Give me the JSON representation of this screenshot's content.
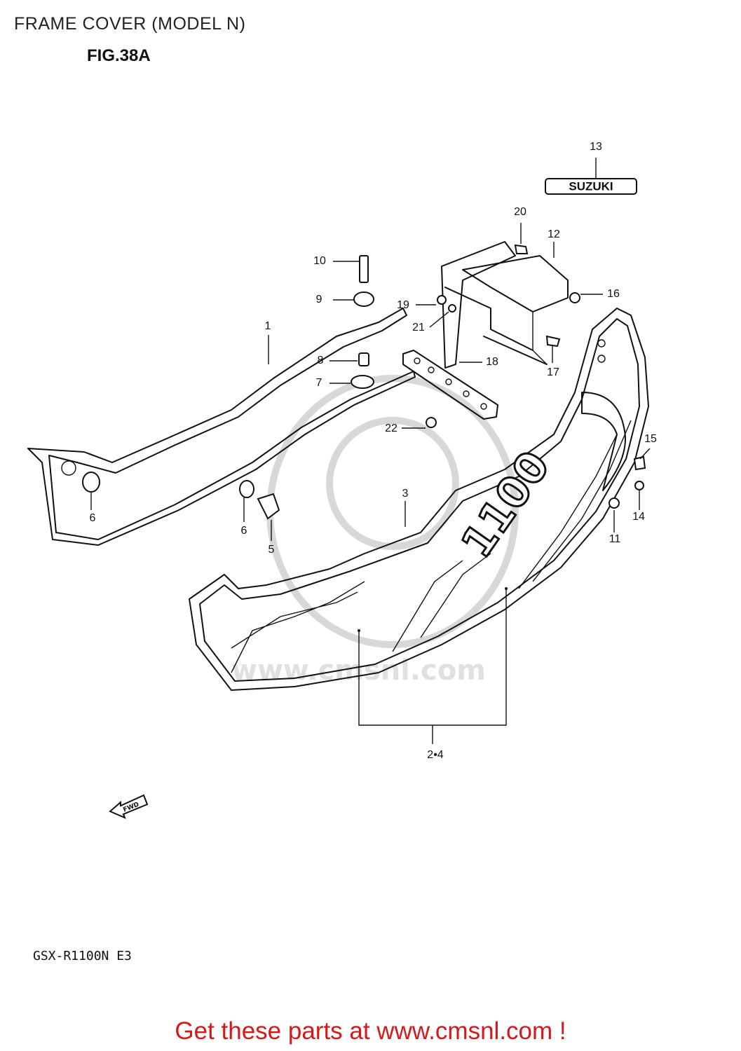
{
  "header": {
    "title": "FRAME COVER (MODEL N)",
    "figure": "FIG.38A"
  },
  "footer": {
    "model": "GSX-R1100N E3",
    "cta": "Get these parts at www.cmsnl.com !"
  },
  "watermark": "www.cmsnl.com",
  "emblem": "SUZUKI",
  "fwd_label": "FWD",
  "decal_number": "1100",
  "callouts": [
    "1",
    "2•4",
    "3",
    "5",
    "6",
    "6",
    "7",
    "8",
    "9",
    "10",
    "11",
    "12",
    "13",
    "14",
    "15",
    "16",
    "17",
    "18",
    "19",
    "20",
    "21",
    "22"
  ]
}
